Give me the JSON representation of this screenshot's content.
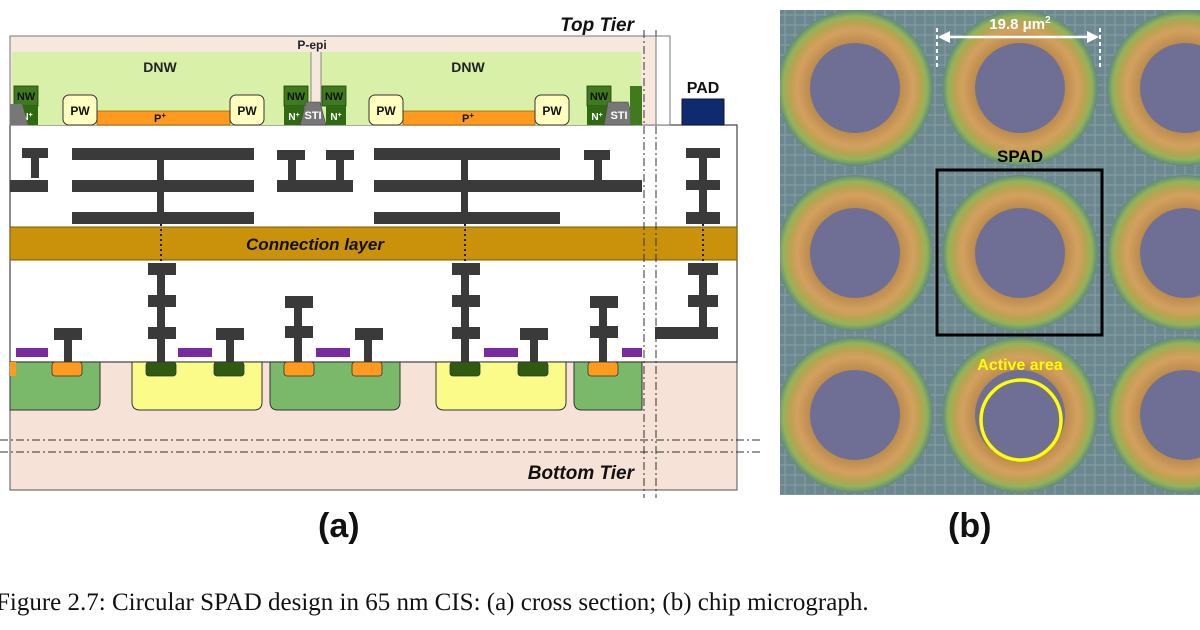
{
  "figure": {
    "caption": "Figure 2.7: Circular SPAD design in 65 nm CIS: (a) cross section; (b) chip micrograph.",
    "panel_a_label": "(a)",
    "panel_b_label": "(b)"
  },
  "cross_section": {
    "top_tier": "Top Tier",
    "bottom_tier": "Bottom Tier",
    "p_epi": "P-epi",
    "dnw": "DNW",
    "nw": "NW",
    "pw": "PW",
    "n_plus": "N",
    "p_plus": "P",
    "plus_sup": "+",
    "sti": "STI",
    "pad": "PAD",
    "connection_layer": "Connection layer",
    "colors": {
      "p_epi": "#f7e8de",
      "dnw": "#d8f0a8",
      "nw": "#3f7a1e",
      "pw": "#ffffc0",
      "p_plus": "#ff9a1e",
      "sti": "#777777",
      "pad": "#0f2a6e",
      "metal": "#3a3a3a",
      "connection": "#c9920a",
      "bottom_substrate": "#f6e2d6",
      "well_green": "#7ab86a",
      "well_yellow": "#fbfb8a",
      "poly": "#7a2aa0"
    }
  },
  "micrograph": {
    "dimension": "19.8 μm",
    "dimension_sup": "2",
    "spad_label": "SPAD",
    "active_area_label": "Active area",
    "colors": {
      "background": "#6f8a8e",
      "ring_outer": "#a7b85a",
      "ring_gold": "#c99a5a",
      "core": "#6f6f96",
      "highlight": "#ffff00"
    }
  }
}
